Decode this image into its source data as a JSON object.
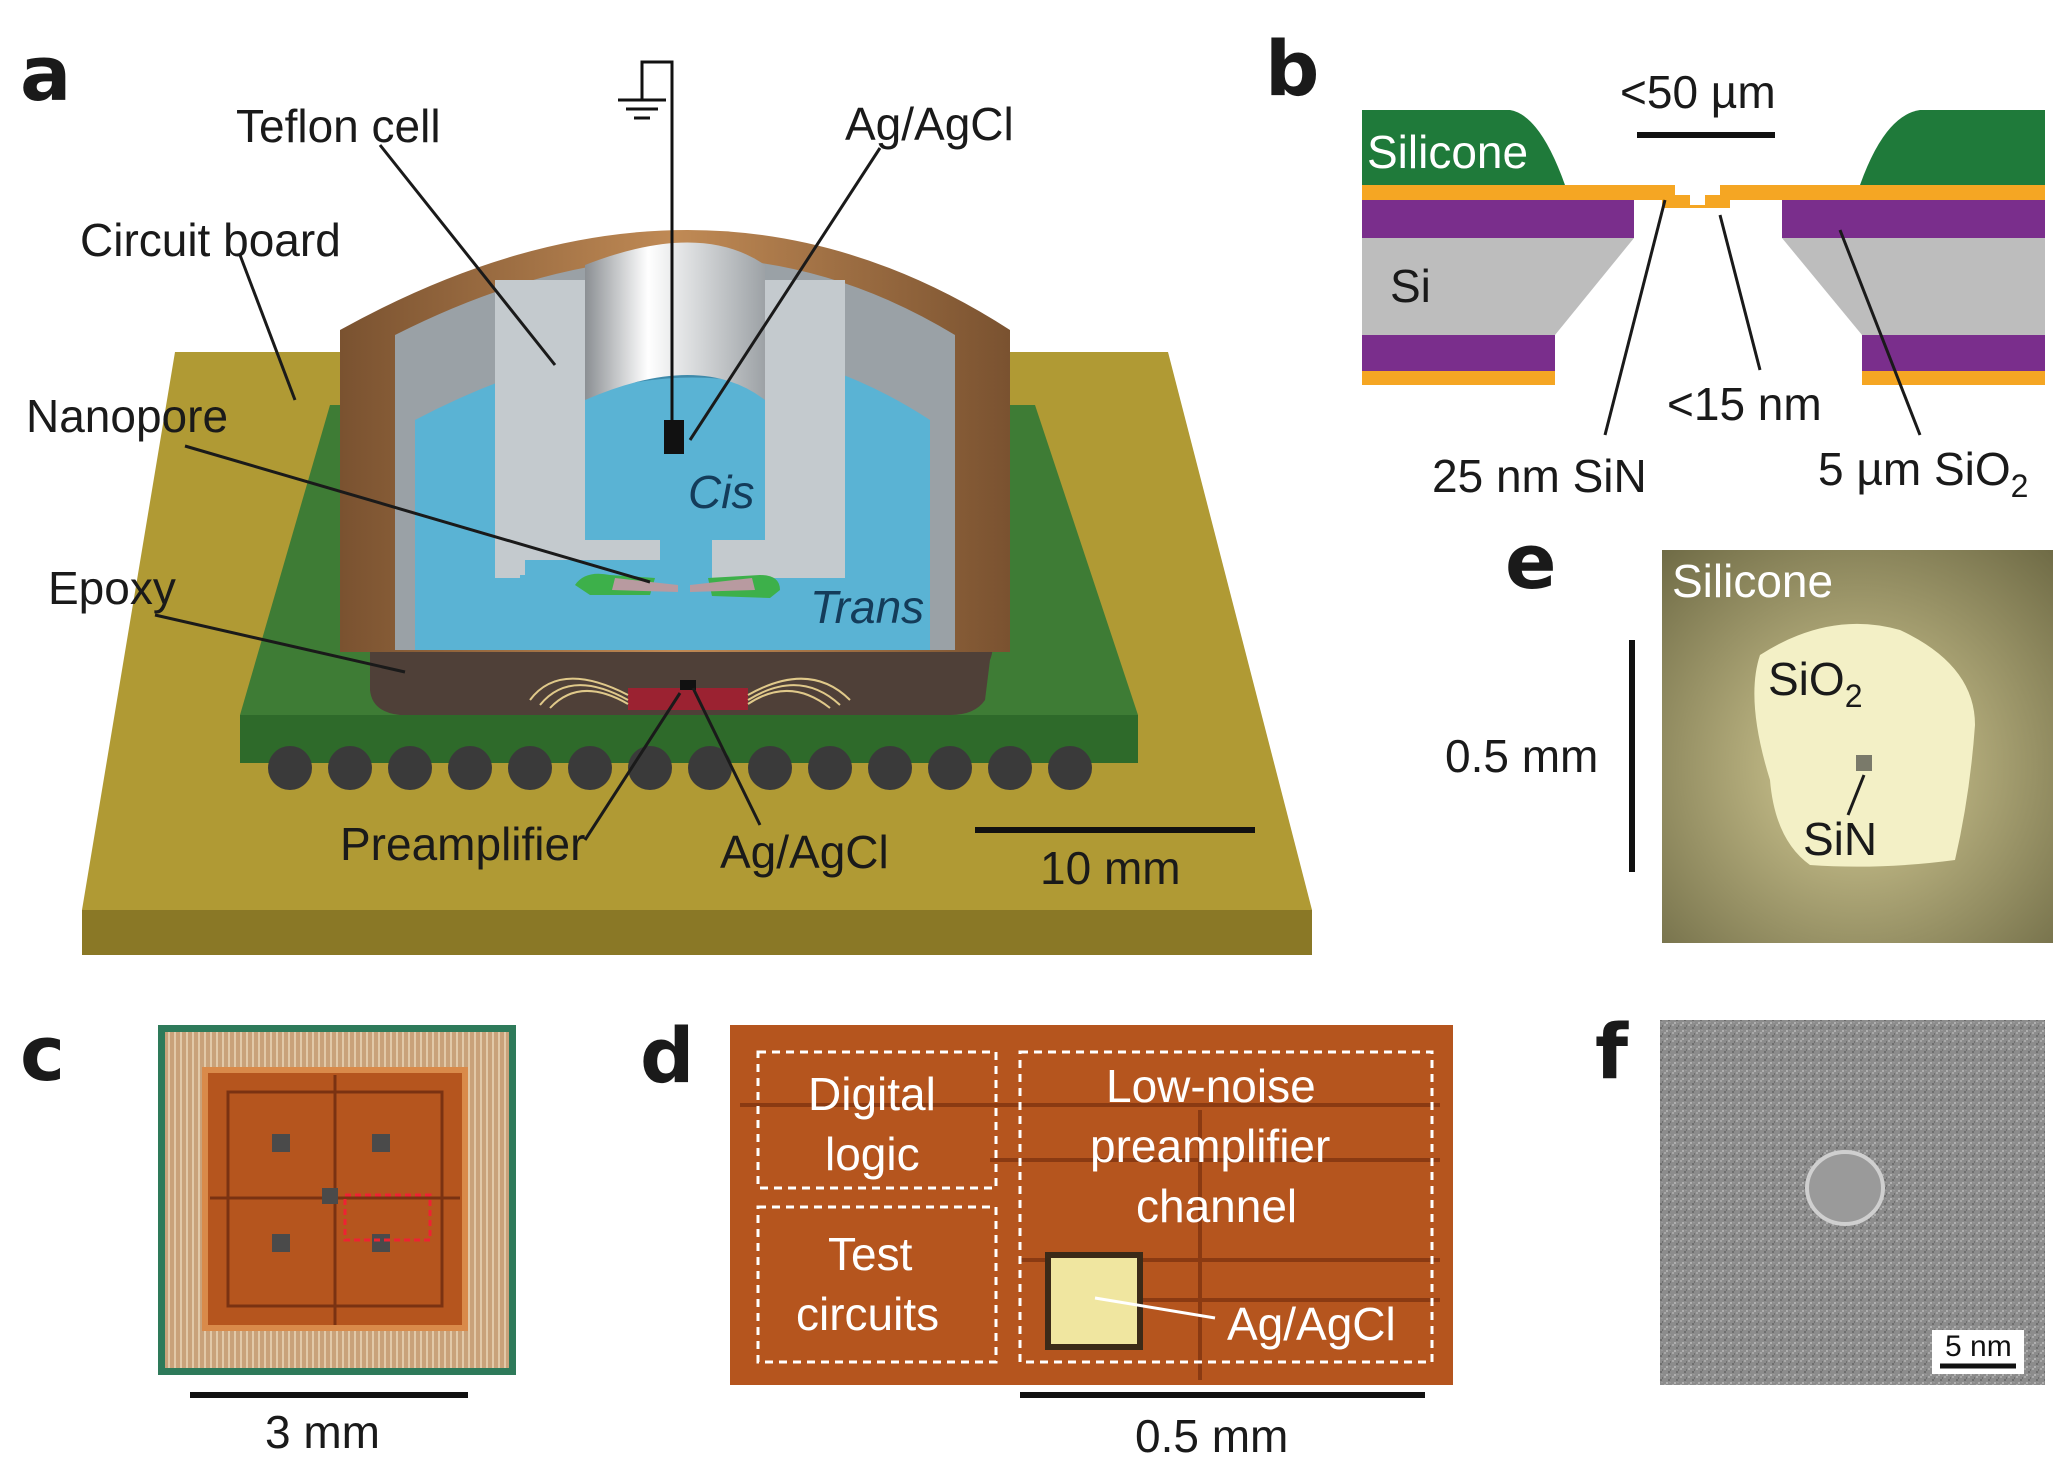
{
  "panels": {
    "a": {
      "letter": "a",
      "labels": {
        "teflon_cell": "Teflon cell",
        "ag_agcl_top": "Ag/AgCl",
        "circuit_board": "Circuit board",
        "nanopore": "Nanopore",
        "cis": "Cis",
        "trans": "Trans",
        "epoxy": "Epoxy",
        "preamplifier": "Preamplifier",
        "ag_agcl_bottom": "Ag/AgCl"
      },
      "scale_bar": "10 mm"
    },
    "b": {
      "letter": "b",
      "labels": {
        "silicone": "Silicone",
        "si": "Si",
        "sin_thickness": "25 nm SiN",
        "pore_size": "<15 nm",
        "sio2_thickness_main": "5 µm SiO",
        "sio2_thickness_sub": "2"
      },
      "scale_bar": "<50 µm"
    },
    "c": {
      "letter": "c",
      "scale_bar": "3 mm"
    },
    "d": {
      "letter": "d",
      "labels": {
        "digital_1": "Digital",
        "digital_2": "logic",
        "test_1": "Test",
        "test_2": "circuits",
        "lowNoise_1": "Low-noise",
        "lowNoise_2": "preamplifier",
        "lowNoise_3": "channel",
        "ag_agcl": "Ag/AgCl"
      },
      "scale_bar": "0.5 mm"
    },
    "e": {
      "letter": "e",
      "labels": {
        "silicone": "Silicone",
        "sio2_main": "SiO",
        "sio2_sub": "2",
        "sin": "SiN"
      },
      "scale_bar": "0.5 mm"
    },
    "f": {
      "letter": "f",
      "scale_bar": "5 nm"
    }
  },
  "colors": {
    "board": "#b09a34",
    "pcb_green": "#3e7c35",
    "teflon_outer": "#9a6b3f",
    "teflon_inner": "#c4cace",
    "solution": "#5ab3d4",
    "epoxy": "#4f4038",
    "silicone_green": "#1f7a3a",
    "sin_orange": "#f5a623",
    "sio2_purple": "#7a2e8c",
    "si_gray": "#bdbdbd",
    "chip_orange": "#b5551e"
  }
}
